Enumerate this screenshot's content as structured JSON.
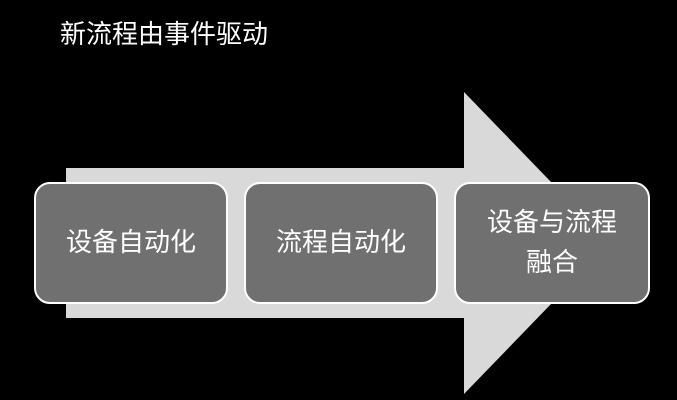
{
  "title": "新流程由事件驱动",
  "colors": {
    "background": "#000000",
    "arrow": "#d9d9d9",
    "step_fill": "#707070",
    "step_border": "#ffffff",
    "text": "#ffffff"
  },
  "steps": [
    {
      "label": "设备自动化"
    },
    {
      "label": "流程自动化"
    },
    {
      "label": "设备与流程融合"
    }
  ]
}
